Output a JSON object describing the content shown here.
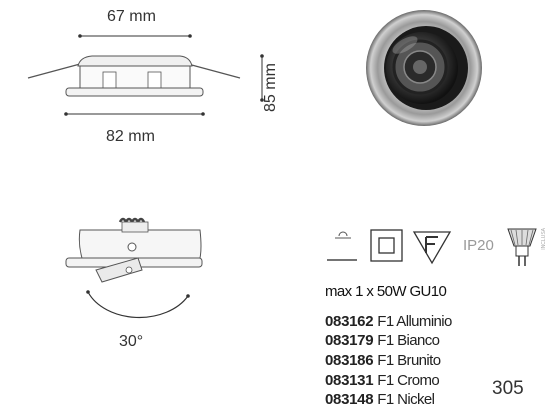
{
  "dimensions": {
    "top_width": "67 mm",
    "height": "85 mm",
    "bottom_width": "82 mm",
    "tilt_angle": "30°"
  },
  "spec": {
    "ip_rating": "IP20",
    "lamp": "max 1 x 50W GU10"
  },
  "variants": [
    {
      "code": "083162",
      "name": "F1 Alluminio"
    },
    {
      "code": "083179",
      "name": "F1 Bianco"
    },
    {
      "code": "083186",
      "name": "F1 Brunito"
    },
    {
      "code": "083131",
      "name": "F1 Cromo"
    },
    {
      "code": "083148",
      "name": "F1 Nickel"
    }
  ],
  "page_number": "305",
  "side_note": "INCLUSA",
  "icons": [
    "recessed-light-icon",
    "class-ii-insulation-icon",
    "f-mark-icon",
    "gu10-bulb-icon"
  ]
}
